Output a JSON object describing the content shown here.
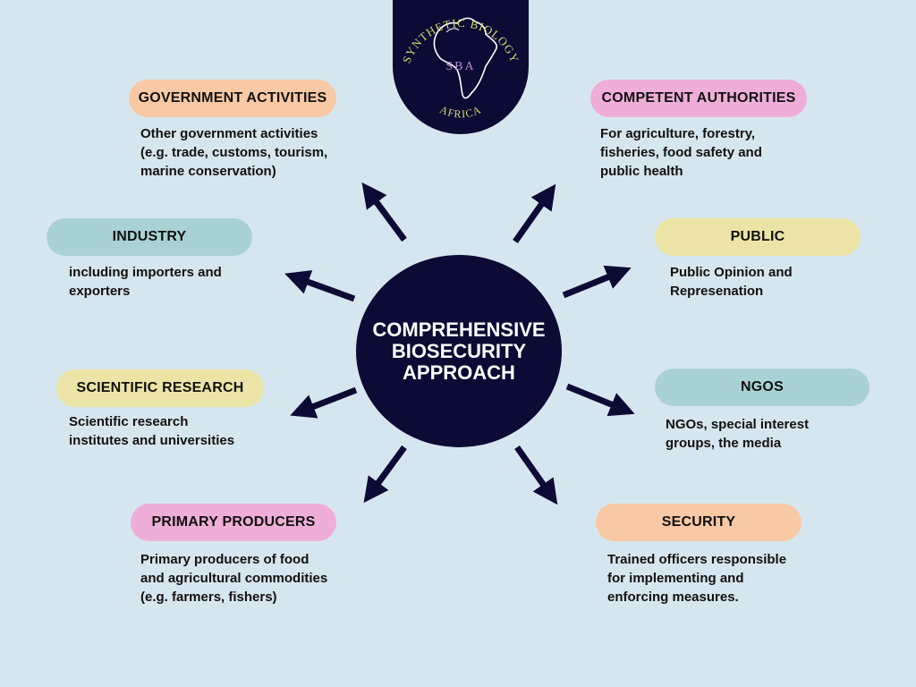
{
  "logo": {
    "arc_text_top": "SYNTHETIC BIOLOGY",
    "center_text": "SBA",
    "arc_text_bottom": "AFRICA",
    "text_color": "#d7d96a",
    "center_color": "#b98bd8"
  },
  "center": {
    "lines": [
      "COMPREHENSIVE",
      "BIOSECURITY",
      "APPROACH"
    ]
  },
  "nodes": [
    {
      "id": "government-activities",
      "title": "GOVERNMENT ACTIVITIES",
      "color": "#f9c8a4",
      "lines": [
        "Other government activities",
        "(e.g. trade, customs, tourism,",
        "marine conservation)"
      ]
    },
    {
      "id": "competent-authorities",
      "title": "COMPETENT AUTHORITIES",
      "color": "#eeaed8",
      "lines": [
        "For agriculture, forestry,",
        "fisheries, food safety and",
        "public health"
      ]
    },
    {
      "id": "industry",
      "title": "INDUSTRY",
      "color": "#a9d2d4",
      "lines": [
        "including importers and",
        "exporters"
      ]
    },
    {
      "id": "public",
      "title": "PUBLIC",
      "color": "#ece4a6",
      "lines": [
        "Public Opinion and",
        "Represenation"
      ]
    },
    {
      "id": "scientific-research",
      "title": "SCIENTIFIC RESEARCH",
      "color": "#ece4a6",
      "lines": [
        "Scientific research",
        "institutes and universities"
      ]
    },
    {
      "id": "ngos",
      "title": "NGOS",
      "color": "#a9d2d4",
      "lines": [
        "NGOs, special interest",
        "groups, the media"
      ]
    },
    {
      "id": "primary-producers",
      "title": "PRIMARY PRODUCERS",
      "color": "#eeaed8",
      "lines": [
        "Primary producers of food",
        "and agricultural commodities",
        "(e.g. farmers, fishers)"
      ]
    },
    {
      "id": "security",
      "title": "SECURITY",
      "color": "#f9c8a4",
      "lines": [
        "Trained officers responsible",
        "for implementing and",
        "enforcing measures."
      ]
    }
  ],
  "colors": {
    "background": "#d6e6ee",
    "navy": "#0b0b35",
    "text": "#111111"
  }
}
